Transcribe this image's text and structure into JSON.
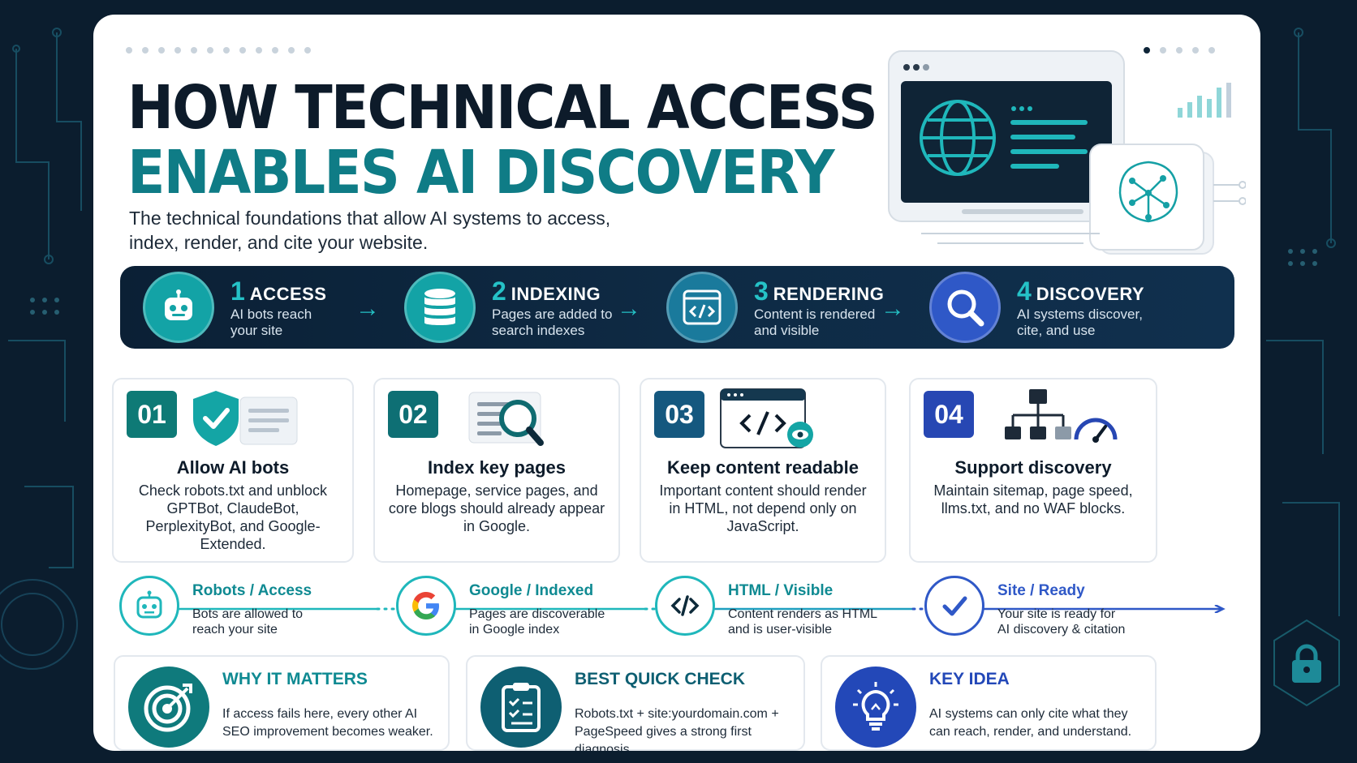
{
  "title": {
    "line1": "HOW TECHNICAL ACCESS",
    "line2": "ENABLES AI DISCOVERY"
  },
  "subtitle": "The technical foundations that allow AI systems to access, index, render, and cite your website.",
  "stages": [
    {
      "number": "1",
      "name": "ACCESS",
      "description": "AI bots reach your site",
      "icon": "robot-icon",
      "color": "#13a3a6"
    },
    {
      "number": "2",
      "name": "INDEXING",
      "description": "Pages are added to search indexes",
      "icon": "database-icon",
      "color": "#13a3a6"
    },
    {
      "number": "3",
      "name": "RENDERING",
      "description": "Content is rendered and visible",
      "icon": "code-window-icon",
      "color": "#1a7a9c"
    },
    {
      "number": "4",
      "name": "DISCOVERY",
      "description": "AI systems discover, cite, and use",
      "icon": "magnifier-icon",
      "color": "#2f58c7"
    }
  ],
  "steps": [
    {
      "badge": "01",
      "title": "Allow AI bots",
      "description": "Check robots.txt and unblock GPTBot, ClaudeBot, PerplexityBot, and Google-Extended.",
      "icon": "shield-check-icon",
      "color": "#0e7a76"
    },
    {
      "badge": "02",
      "title": "Index key pages",
      "description": "Homepage, service pages, and core blogs should already appear in Google.",
      "icon": "search-document-icon",
      "color": "#0e6f74"
    },
    {
      "badge": "03",
      "title": "Keep content readable",
      "description": "Important content should render in HTML, not depend only on JavaScript.",
      "icon": "code-eye-icon",
      "color": "#15587f"
    },
    {
      "badge": "04",
      "title": "Support discovery",
      "description": "Maintain sitemap, page speed, llms.txt, and no WAF blocks.",
      "icon": "sitemap-speed-icon",
      "color": "#2747b3"
    }
  ],
  "checks": [
    {
      "heading": "Robots / Access",
      "description": "Bots are allowed to reach your site",
      "icon": "robot-icon"
    },
    {
      "heading": "Google / Indexed",
      "description": "Pages are discoverable in Google index",
      "icon": "google-icon"
    },
    {
      "heading": "HTML / Visible",
      "description": "Content renders as HTML and is user-visible",
      "icon": "code-icon"
    },
    {
      "heading": "Site / Ready",
      "description": "Your site is ready for AI discovery & citation",
      "icon": "checkmark-icon"
    }
  ],
  "notes": [
    {
      "heading": "WHY IT MATTERS",
      "description": "If access fails here, every other AI SEO improvement becomes weaker.",
      "icon": "target-icon",
      "color": "#0f7a7c"
    },
    {
      "heading": "BEST QUICK CHECK",
      "description": "Robots.txt + site:yourdomain.com + PageSpeed gives a strong first diagnosis.",
      "icon": "clipboard-icon",
      "color": "#0e5f72"
    },
    {
      "heading": "KEY IDEA",
      "description": "AI systems can only cite what they can reach, render, and understand.",
      "icon": "lightbulb-icon",
      "color": "#2348b8"
    }
  ]
}
